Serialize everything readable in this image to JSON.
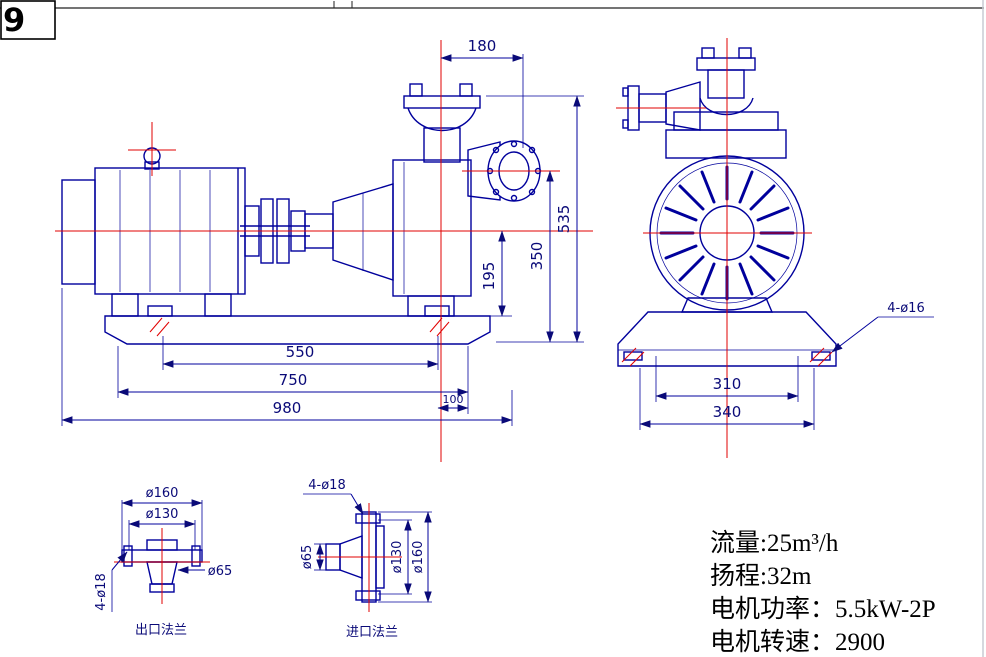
{
  "frame": {
    "corner_label": "9"
  },
  "main_view": {
    "dims": {
      "d180": "180",
      "d535": "535",
      "d350": "350",
      "d195": "195",
      "d550": "550",
      "d750": "750",
      "d980": "980",
      "d100": "100"
    }
  },
  "end_view": {
    "dims": {
      "d310": "310",
      "d340": "340",
      "bolt_note": "4-ø16"
    }
  },
  "outlet_flange": {
    "label": "出口法兰",
    "dims": {
      "outer": "ø160",
      "bolt_circle": "ø130",
      "bore": "ø65",
      "bolt_note": "4-ø18"
    }
  },
  "inlet_flange": {
    "label": "进口法兰",
    "dims": {
      "outer": "ø160",
      "bolt_circle": "ø130",
      "bore": "ø65",
      "bolt_note": "4-ø18"
    }
  },
  "specs": {
    "flow": "流量:25m³/h",
    "head": "扬程:32m",
    "power": "电机功率：5.5kW-2P",
    "speed": "电机转速：2900"
  },
  "colors": {
    "line": "#00009c",
    "centerline": "#e10000",
    "dim_text": "#0a0a78",
    "spec_text": "#000000"
  }
}
